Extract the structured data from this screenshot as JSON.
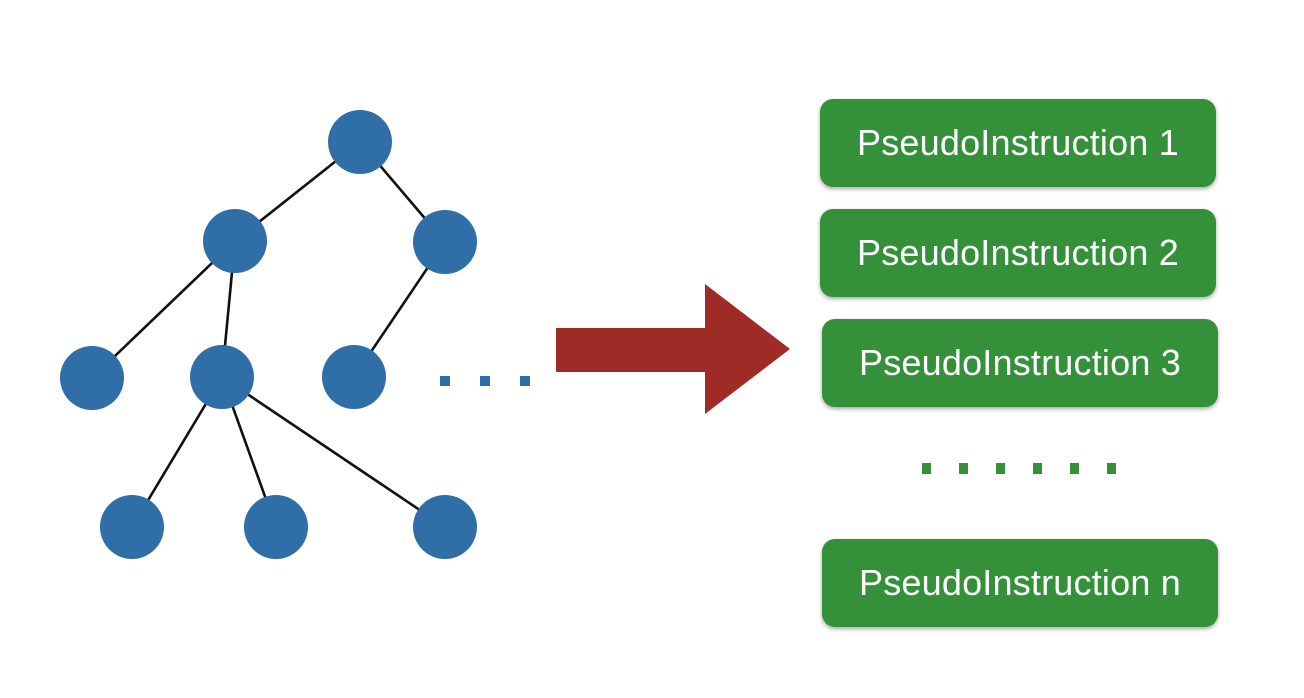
{
  "colors": {
    "node": "#2f6ea6",
    "edge": "#111111",
    "arrow": "#9e2b25",
    "box": "#34913a",
    "box_text": "#ffffff"
  },
  "tree": {
    "nodes": [
      "root",
      "a",
      "b",
      "a1",
      "a2",
      "b1",
      "a2a",
      "a2b",
      "a2c"
    ],
    "edges": [
      [
        "root",
        "a"
      ],
      [
        "root",
        "b"
      ],
      [
        "a",
        "a1"
      ],
      [
        "a",
        "a2"
      ],
      [
        "b",
        "b1"
      ],
      [
        "a2",
        "a2a"
      ],
      [
        "a2",
        "a2b"
      ],
      [
        "a2",
        "a2c"
      ]
    ],
    "continuation": "..."
  },
  "arrow": {
    "direction": "right"
  },
  "instructions": [
    {
      "label": "PseudoInstruction 1"
    },
    {
      "label": "PseudoInstruction 2"
    },
    {
      "label": "PseudoInstruction 3"
    },
    {
      "label": "PseudoInstruction n"
    }
  ],
  "instructions_ellipsis": "......"
}
